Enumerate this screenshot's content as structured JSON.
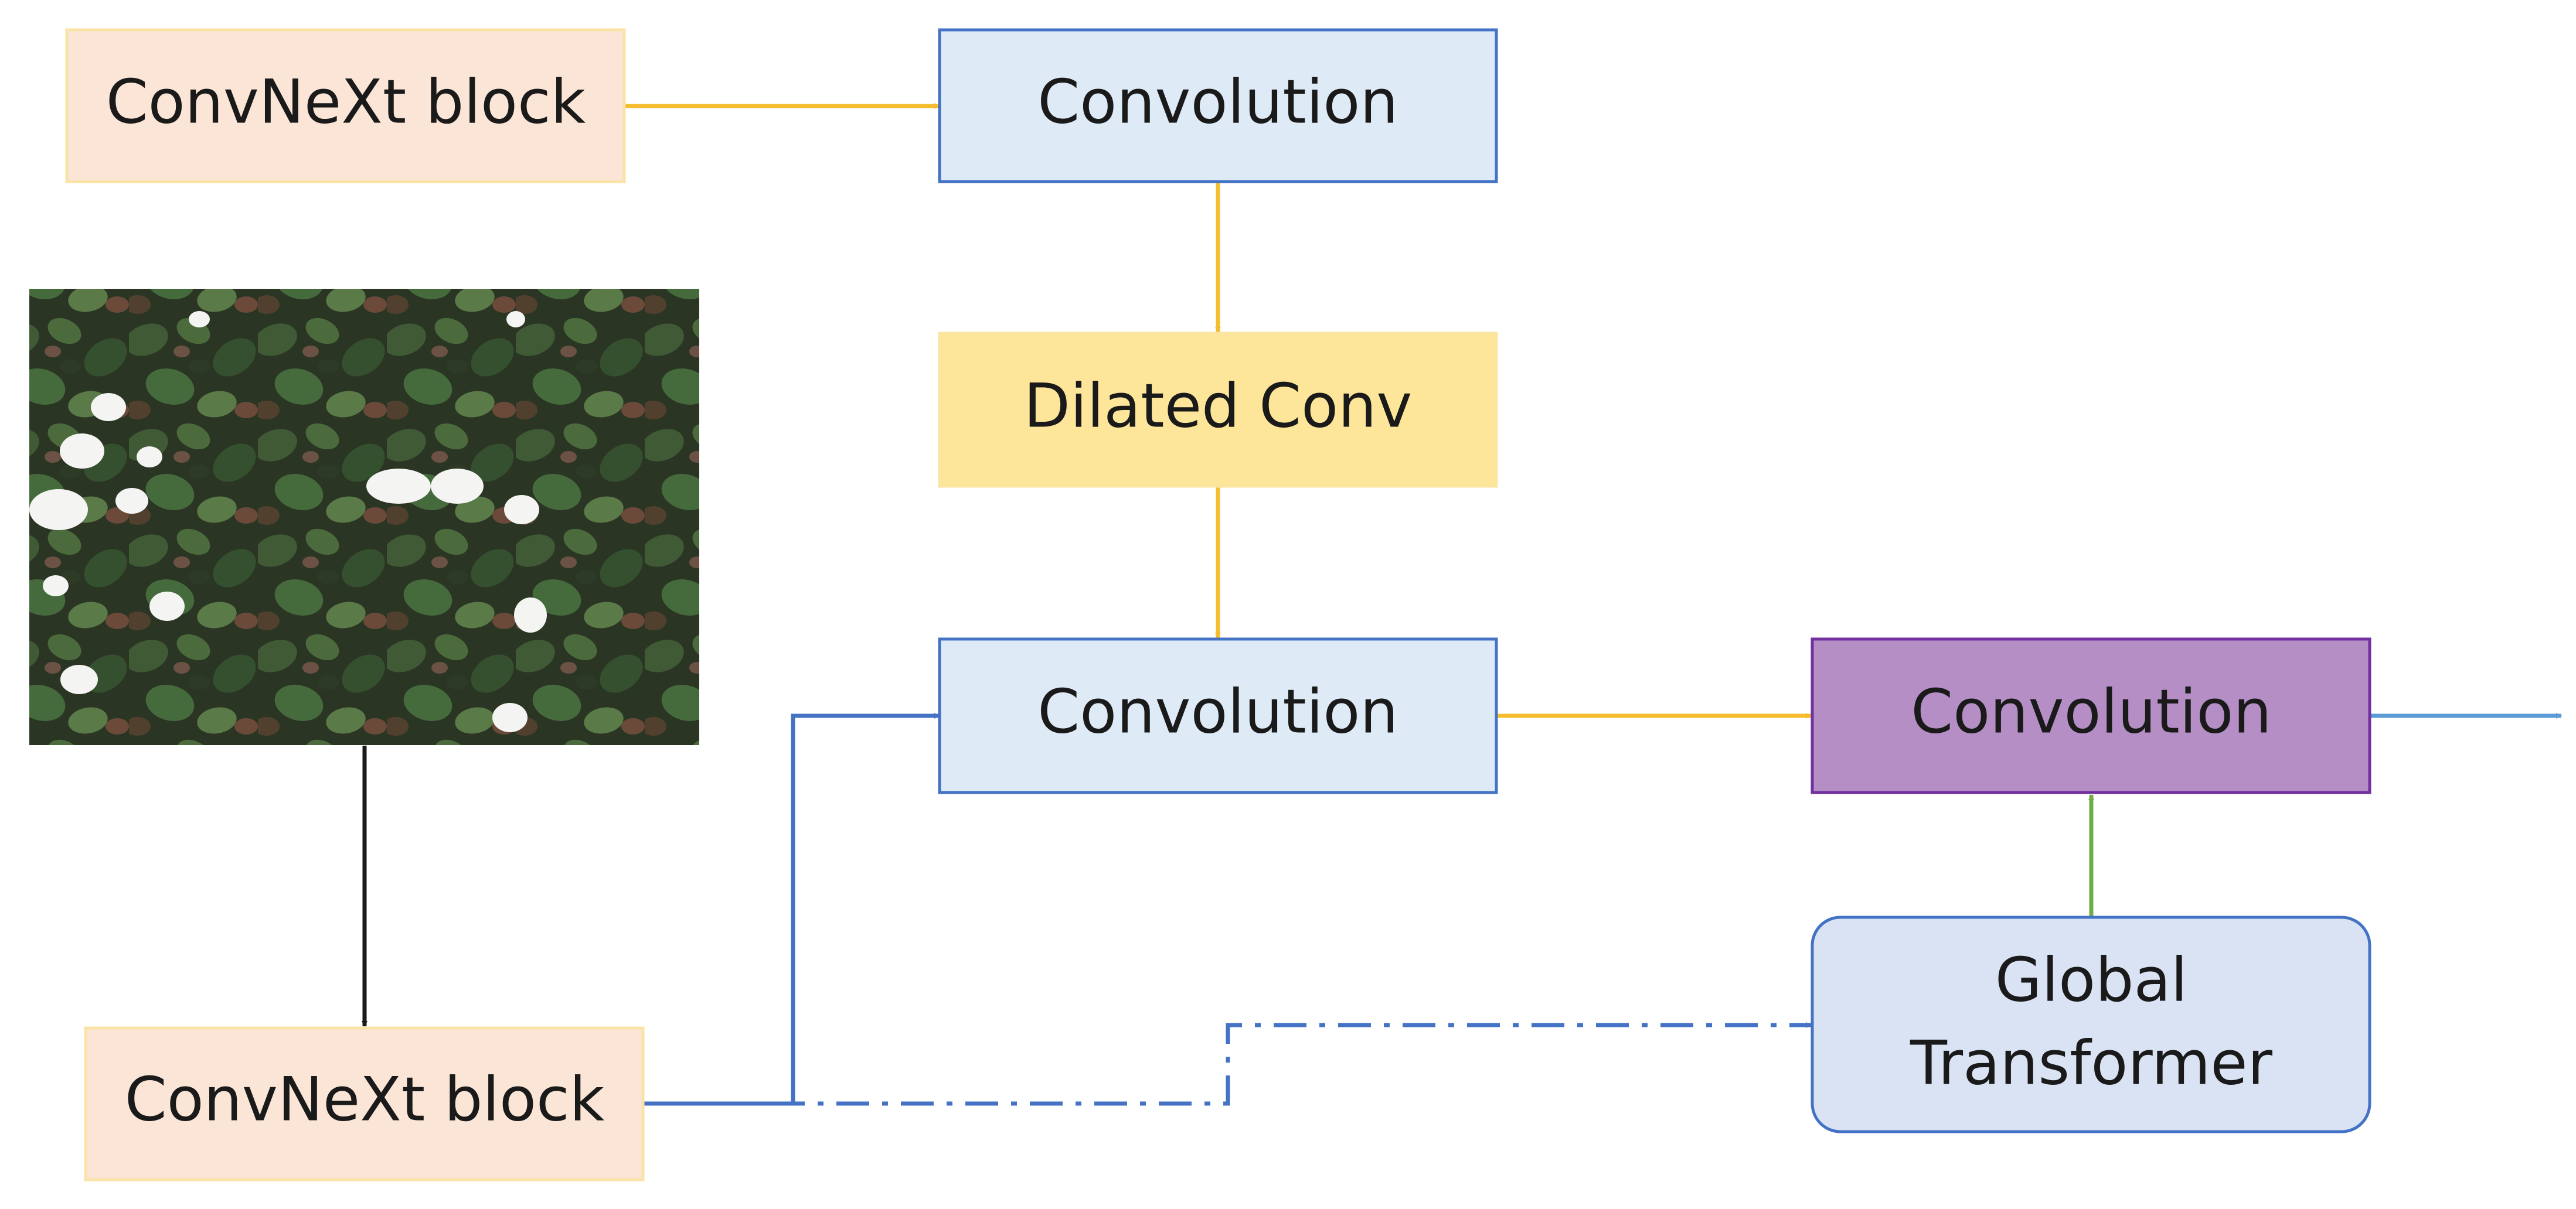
{
  "diagram": {
    "nodes": {
      "convnext_top": {
        "label": "ConvNeXt block"
      },
      "conv_top": {
        "label": "Convolution"
      },
      "dilated_conv": {
        "label": "Dilated Conv"
      },
      "conv_middle": {
        "label": "Convolution"
      },
      "conv_output": {
        "label": "Convolution"
      },
      "convnext_bottom": {
        "label": "ConvNeXt block"
      },
      "global_transformer": {
        "label_line1": "Global",
        "label_line2": "Transformer"
      },
      "input_image": {
        "content": "cotton field photograph"
      }
    },
    "edges": [
      {
        "from": "convnext_top",
        "to": "conv_top",
        "style": "solid",
        "color": "yellow"
      },
      {
        "from": "conv_top",
        "to": "dilated_conv",
        "style": "solid",
        "color": "yellow"
      },
      {
        "from": "dilated_conv",
        "to": "conv_middle",
        "style": "solid",
        "color": "yellow"
      },
      {
        "from": "conv_middle",
        "to": "conv_output",
        "style": "solid",
        "color": "yellow"
      },
      {
        "from": "input_image",
        "to": "convnext_bottom",
        "style": "solid",
        "color": "black"
      },
      {
        "from": "convnext_bottom",
        "to": "conv_middle",
        "style": "solid",
        "color": "blue"
      },
      {
        "from": "convnext_bottom",
        "to": "global_transformer",
        "style": "dash-dot",
        "color": "blue"
      },
      {
        "from": "global_transformer",
        "to": "conv_output",
        "style": "solid",
        "color": "green"
      },
      {
        "from": "conv_output",
        "to": "output",
        "style": "solid",
        "color": "light-blue"
      }
    ]
  },
  "colors": {
    "convnext_fill": "#fbe5d6",
    "convnext_border": "#fae3a6",
    "conv_fill": "#deebf7",
    "conv_border": "#4472c4",
    "dilated_fill": "#fde599",
    "dilated_border": "#fbe5a0",
    "output_fill": "#b48ec4",
    "output_border": "#7030a0",
    "transformer_fill": "#dae3f3",
    "transformer_border": "#4472c4",
    "yellow_arrow": "#f5bd2e",
    "blue_arrow": "#4472c4",
    "green_arrow": "#70ad47",
    "light_blue_arrow": "#5b9bd5",
    "black_arrow": "#1a1a1a"
  }
}
